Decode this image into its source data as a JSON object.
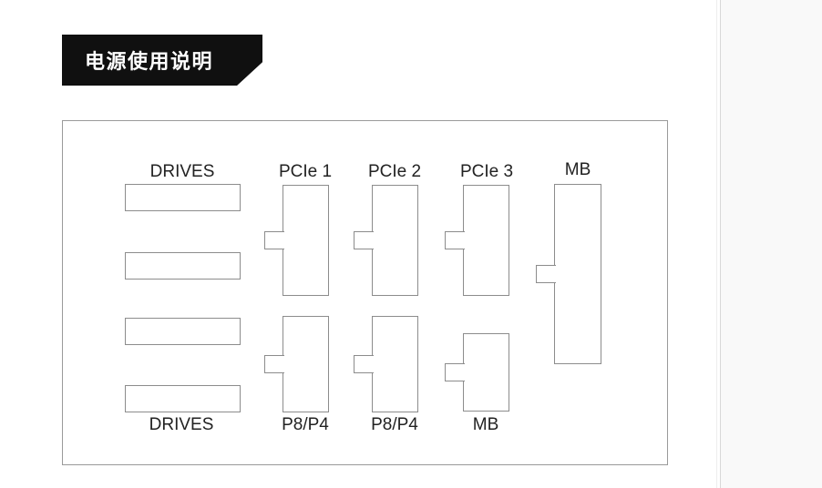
{
  "banner": {
    "title": "电源使用说明"
  },
  "diagram": {
    "top_labels": {
      "drives": "DRIVES",
      "pcie1": "PCIe 1",
      "pcie2": "PCIe 2",
      "pcie3": "PCIe 3",
      "mb": "MB"
    },
    "bottom_labels": {
      "p8p4_left": "P8/P4",
      "p8p4_right": "P8/P4",
      "mb": "MB",
      "drives": "DRIVES"
    }
  },
  "colors": {
    "banner_bg": "#101010",
    "banner_text": "#ffffff",
    "outline_gray": "#8c8c8c",
    "box_border": "#9a9a9a",
    "label_text": "#222222",
    "side_panel_bg": "#f9f9f9",
    "divider": "#d8d8d8"
  }
}
